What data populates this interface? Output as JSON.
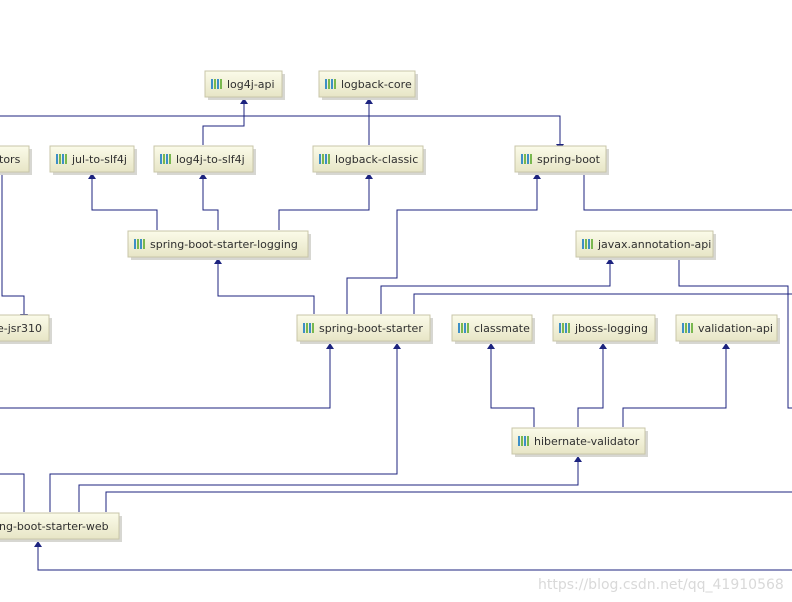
{
  "nodes": {
    "log4j_api": "log4j-api",
    "logback_core": "logback-core",
    "tors_partial": "tors",
    "jul_to_slf4j": "jul-to-slf4j",
    "log4j_to_slf4j": "log4j-to-slf4j",
    "logback_classic": "logback-classic",
    "spring_boot": "spring-boot",
    "spring_boot_starter_logging": "spring-boot-starter-logging",
    "javax_annotation_api": "javax.annotation-api",
    "jsr310_partial": "e-jsr310",
    "spring_boot_starter": "spring-boot-starter",
    "classmate": "classmate",
    "jboss_logging": "jboss-logging",
    "validation_api": "validation-api",
    "hibernate_validator": "hibernate-validator",
    "spring_boot_starter_web_partial": "ng-boot-starter-web"
  },
  "watermark": "https://blog.csdn.net/qq_41910568",
  "colors": {
    "edge": "#1c237f",
    "node_fill_top": "#fbfbe9",
    "node_fill_bottom": "#e7e5c6",
    "node_border": "#c8c6a8",
    "text": "#2f2f2f"
  },
  "icon": "library-jar-icon"
}
